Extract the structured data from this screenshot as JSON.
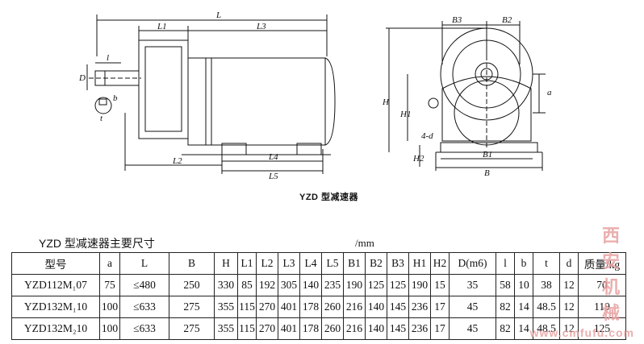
{
  "drawing": {
    "caption": "YZD 型减速器",
    "front_labels": {
      "L": "L",
      "L1": "L1",
      "L3": "L3",
      "L2": "L2",
      "L4": "L4",
      "L5": "L5",
      "l": "l",
      "D": "D",
      "b": "b",
      "t": "t"
    },
    "side_labels": {
      "B3": "B3",
      "B2": "B2",
      "H": "H",
      "H1": "H1",
      "a": "a",
      "4-d": "4-d",
      "H2": "H2",
      "B1": "B1",
      "B": "B"
    }
  },
  "table": {
    "title": "YZD 型减速器主要尺寸",
    "unit": "/mm",
    "headers": [
      "型号",
      "a",
      "L",
      "B",
      "H",
      "L1",
      "L2",
      "L3",
      "L4",
      "L5",
      "B1",
      "B2",
      "B3",
      "H1",
      "H2",
      "D(m6)",
      "l",
      "b",
      "t",
      "d",
      "质量/kg"
    ],
    "rows": [
      [
        "YZD112M₁07",
        "75",
        "≤480",
        "250",
        "330",
        "85",
        "192",
        "305",
        "140",
        "235",
        "190",
        "125",
        "125",
        "190",
        "15",
        "35",
        "58",
        "10",
        "38",
        "12",
        "70"
      ],
      [
        "YZD132M₁10",
        "100",
        "≤633",
        "275",
        "355",
        "115",
        "270",
        "401",
        "178",
        "260",
        "216",
        "140",
        "145",
        "236",
        "17",
        "45",
        "82",
        "14",
        "48.5",
        "12",
        "119"
      ],
      [
        "YZD132M₂10",
        "100",
        "≤633",
        "275",
        "355",
        "115",
        "270",
        "401",
        "178",
        "260",
        "216",
        "140",
        "145",
        "236",
        "17",
        "45",
        "82",
        "14",
        "48.5",
        "12",
        "125"
      ]
    ]
  },
  "watermark": {
    "line1": "西安机械",
    "line2": "www.cmfufu.com"
  }
}
